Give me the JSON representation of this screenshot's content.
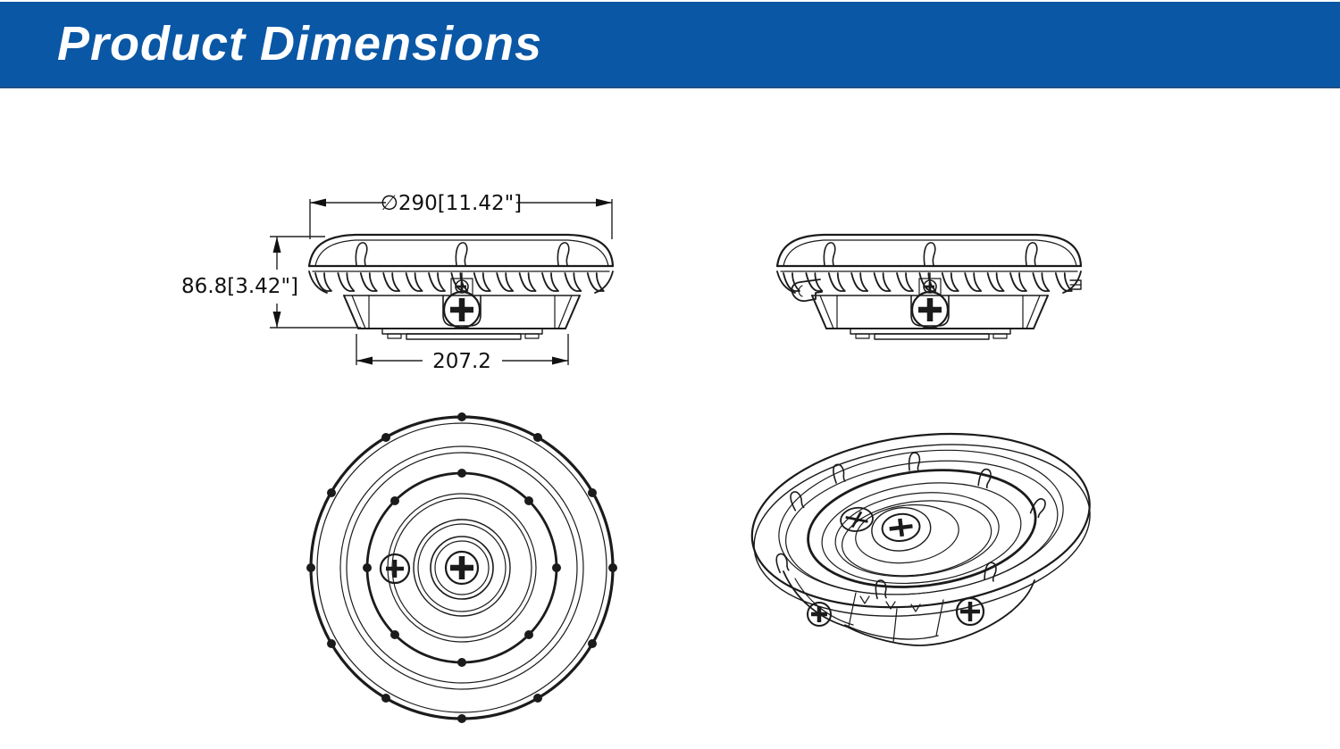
{
  "header": {
    "title": "Product Dimensions"
  },
  "theme": {
    "header_bg": "#0a57a5",
    "header_text": "#ffffff",
    "line_color": "#1b1b1b",
    "canvas_bg": "#ffffff"
  },
  "drawing": {
    "dimensions": {
      "diameter": "∅290[11.42\"]",
      "height": "86.8[3.42\"]",
      "base_width": "207.2"
    }
  }
}
